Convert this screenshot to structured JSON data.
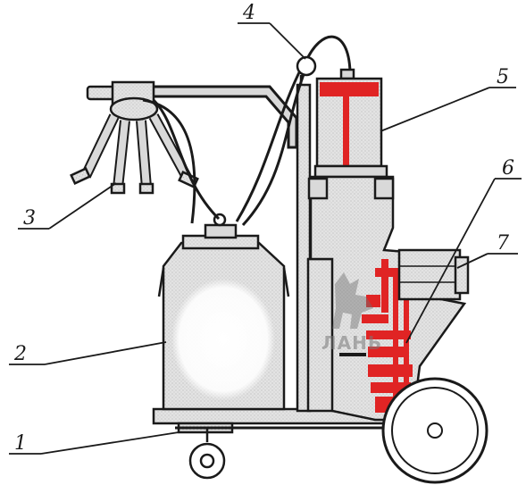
{
  "labels": {
    "l1": "1",
    "l2": "2",
    "l3": "3",
    "l4": "4",
    "l5": "5",
    "l6": "6",
    "l7": "7"
  },
  "watermark": "ЛАНЬ",
  "colors": {
    "line": "#1a1a1a",
    "fill": "#d9d9d9",
    "accent": "#e02424",
    "background": "#ffffff"
  }
}
